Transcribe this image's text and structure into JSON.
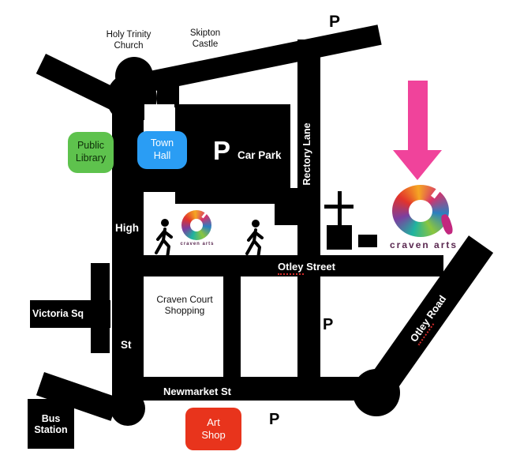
{
  "map": {
    "landmarks": {
      "holy_trinity": {
        "line1": "Holy Trinity",
        "line2": "Church"
      },
      "skipton_castle": {
        "line1": "Skipton",
        "line2": "Castle"
      },
      "public_library": {
        "line1": "Public",
        "line2": "Library"
      },
      "town_hall": {
        "line1": "Town",
        "line2": "Hall"
      },
      "craven_court": {
        "line1": "Craven Court",
        "line2": "Shopping"
      },
      "bus_station": {
        "line1": "Bus",
        "line2": "Station"
      },
      "art_shop": {
        "line1": "Art",
        "line2": "Shop"
      }
    },
    "streets": {
      "high_upper": "High",
      "high_lower": "St",
      "rectory_lane": "Rectory Lane",
      "victoria_sq": "Victoria Sq",
      "otley_street_name": "Otley",
      "otley_street_suffix": " Street",
      "otley_road_name": "Otley",
      "otley_road_suffix": " Road",
      "newmarket": "Newmarket St"
    },
    "car_park": {
      "symbol": "P",
      "label": "Car Park"
    },
    "parking_symbol": "P",
    "logo": {
      "text": "craven arts"
    },
    "colors": {
      "road": "#000000",
      "library_green": "#5ec24d",
      "town_hall_blue": "#2a9df4",
      "art_shop_red": "#e8341c",
      "arrow_pink": "#f0439b",
      "underline_red": "#d42a2a",
      "logo_text_purple": "#5a2850"
    }
  }
}
